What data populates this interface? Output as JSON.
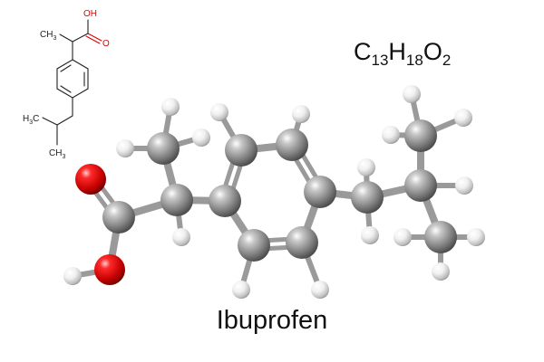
{
  "compound": {
    "name": "Ibuprofen",
    "formula": {
      "parts": [
        "C",
        "13",
        "H",
        "18",
        "O",
        "2"
      ]
    }
  },
  "skeletal_labels": {
    "hydroxyl": "OH",
    "carbonyl_oxygen": "O",
    "methyl_top": "CH",
    "methyl_top_sub": "3",
    "methyl_left": "H",
    "methyl_left_sub": "3",
    "methyl_left_c": "C",
    "methyl_bottom": "CH",
    "methyl_bottom_sub": "3"
  },
  "colors": {
    "carbon": "#8a8a8a",
    "oxygen": "#e00000",
    "hydrogen": "#f2f2f2",
    "bond": "#9a9a9a",
    "skeletal_line": "#222222",
    "skeletal_oxygen": "#e10000"
  },
  "model": {
    "representation": "ball-and-stick",
    "atoms": [
      {
        "id": "C_me1",
        "el": "C"
      },
      {
        "id": "C_alpha",
        "el": "C"
      },
      {
        "id": "C_acid",
        "el": "C"
      },
      {
        "id": "O_dbl",
        "el": "O"
      },
      {
        "id": "O_oh",
        "el": "O"
      },
      {
        "id": "C_r1",
        "el": "C"
      },
      {
        "id": "C_r2",
        "el": "C"
      },
      {
        "id": "C_r3",
        "el": "C"
      },
      {
        "id": "C_r4",
        "el": "C"
      },
      {
        "id": "C_r5",
        "el": "C"
      },
      {
        "id": "C_r6",
        "el": "C"
      },
      {
        "id": "C_ch2",
        "el": "C"
      },
      {
        "id": "C_ch",
        "el": "C"
      },
      {
        "id": "C_me2",
        "el": "C"
      },
      {
        "id": "C_me3",
        "el": "C"
      },
      {
        "id": "H_me1a",
        "el": "H"
      },
      {
        "id": "H_me1b",
        "el": "H"
      },
      {
        "id": "H_me1c",
        "el": "H"
      },
      {
        "id": "H_alpha",
        "el": "H"
      },
      {
        "id": "H_oh",
        "el": "H"
      },
      {
        "id": "H_r2",
        "el": "H"
      },
      {
        "id": "H_r3",
        "el": "H"
      },
      {
        "id": "H_r5",
        "el": "H"
      },
      {
        "id": "H_r6",
        "el": "H"
      },
      {
        "id": "H_ch2a",
        "el": "H"
      },
      {
        "id": "H_ch2b",
        "el": "H"
      },
      {
        "id": "H_ch",
        "el": "H"
      },
      {
        "id": "H_me2a",
        "el": "H"
      },
      {
        "id": "H_me2b",
        "el": "H"
      },
      {
        "id": "H_me2c",
        "el": "H"
      },
      {
        "id": "H_me3a",
        "el": "H"
      },
      {
        "id": "H_me3b",
        "el": "H"
      },
      {
        "id": "H_me3c",
        "el": "H"
      }
    ],
    "bonds": [
      [
        "C_alpha",
        "C_me1",
        1
      ],
      [
        "C_alpha",
        "C_acid",
        1
      ],
      [
        "C_acid",
        "O_dbl",
        2
      ],
      [
        "C_acid",
        "O_oh",
        1
      ],
      [
        "O_oh",
        "H_oh",
        1
      ],
      [
        "C_alpha",
        "H_alpha",
        1
      ],
      [
        "C_alpha",
        "C_r1",
        1
      ],
      [
        "C_r1",
        "C_r2",
        2
      ],
      [
        "C_r2",
        "C_r3",
        1
      ],
      [
        "C_r3",
        "C_r4",
        2
      ],
      [
        "C_r4",
        "C_r5",
        1
      ],
      [
        "C_r5",
        "C_r6",
        2
      ],
      [
        "C_r6",
        "C_r1",
        1
      ],
      [
        "C_r2",
        "H_r2",
        1
      ],
      [
        "C_r3",
        "H_r3",
        1
      ],
      [
        "C_r5",
        "H_r5",
        1
      ],
      [
        "C_r6",
        "H_r6",
        1
      ],
      [
        "C_r4",
        "C_ch2",
        1
      ],
      [
        "C_ch2",
        "C_ch",
        1
      ],
      [
        "C_ch",
        "C_me2",
        1
      ],
      [
        "C_ch",
        "C_me3",
        1
      ],
      [
        "C_me1",
        "H_me1a",
        1
      ],
      [
        "C_me1",
        "H_me1b",
        1
      ],
      [
        "C_me1",
        "H_me1c",
        1
      ],
      [
        "C_ch2",
        "H_ch2a",
        1
      ],
      [
        "C_ch2",
        "H_ch2b",
        1
      ],
      [
        "C_ch",
        "H_ch",
        1
      ],
      [
        "C_me2",
        "H_me2a",
        1
      ],
      [
        "C_me2",
        "H_me2b",
        1
      ],
      [
        "C_me2",
        "H_me2c",
        1
      ],
      [
        "C_me3",
        "H_me3a",
        1
      ],
      [
        "C_me3",
        "H_me3b",
        1
      ],
      [
        "C_me3",
        "H_me3c",
        1
      ]
    ]
  }
}
